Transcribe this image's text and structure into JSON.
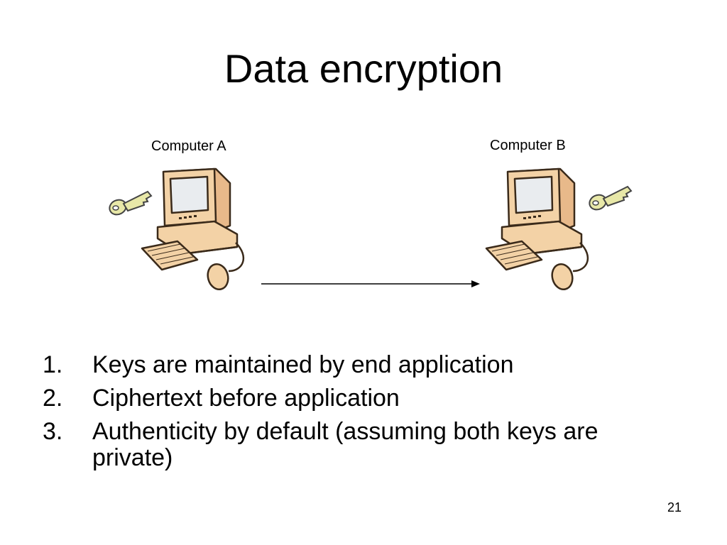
{
  "slide": {
    "title": "Data encryption",
    "page_number": "21"
  },
  "diagram": {
    "computer_a_label": "Computer A",
    "computer_b_label": "Computer B",
    "icons": [
      "computer-icon",
      "key-icon",
      "arrow-icon"
    ],
    "colors": {
      "computer_body": "#F3D2A6",
      "computer_outline": "#3A2A1A",
      "screen_face": "#E9ECEF",
      "key_body": "#E8E8A8"
    }
  },
  "points": [
    {
      "num": "1.",
      "text": "Keys are maintained by end application"
    },
    {
      "num": "2.",
      "text": "Ciphertext before application"
    },
    {
      "num": "3.",
      "text": "Authenticity by default (assuming both keys are private)"
    }
  ]
}
